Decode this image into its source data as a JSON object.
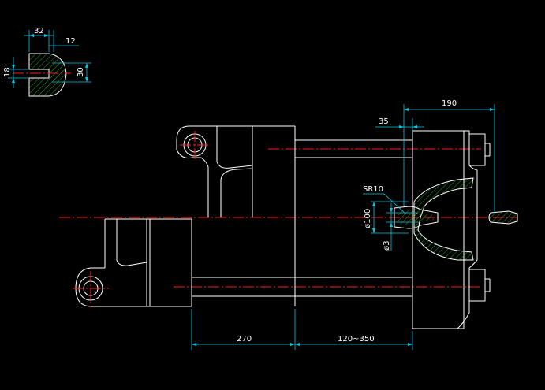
{
  "drawing": {
    "background": "#000000",
    "colors": {
      "outline": "#ffffff",
      "dimension": "#00c8e6",
      "centerline": "#ff1a1a",
      "hatch": "#1fd01f"
    },
    "dimensions": {
      "detail_width_32": "32",
      "detail_width_12": "12",
      "detail_height_18": "18",
      "detail_height_30": "30",
      "length_190": "190",
      "length_35": "35",
      "nozzle_radius": "SR10",
      "nozzle_diameter": "ø100",
      "nozzle_hole": "ø3",
      "stroke_270": "270",
      "stroke_range": "120~350"
    }
  }
}
